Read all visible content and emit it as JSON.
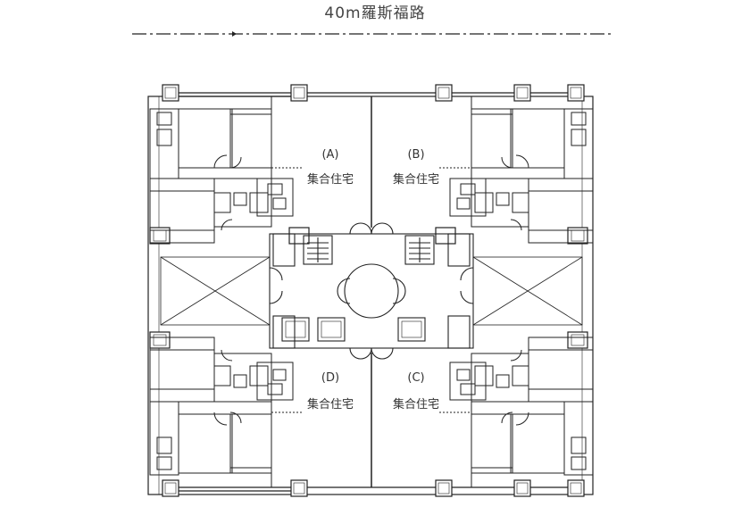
{
  "road": {
    "label": "40m羅斯福路"
  },
  "units": [
    {
      "id": "A",
      "letter": "(A)",
      "type": "集合住宅"
    },
    {
      "id": "B",
      "letter": "(B)",
      "type": "集合住宅"
    },
    {
      "id": "D",
      "letter": "(D)",
      "type": "集合住宅"
    },
    {
      "id": "C",
      "letter": "(C)",
      "type": "集合住宅"
    }
  ]
}
